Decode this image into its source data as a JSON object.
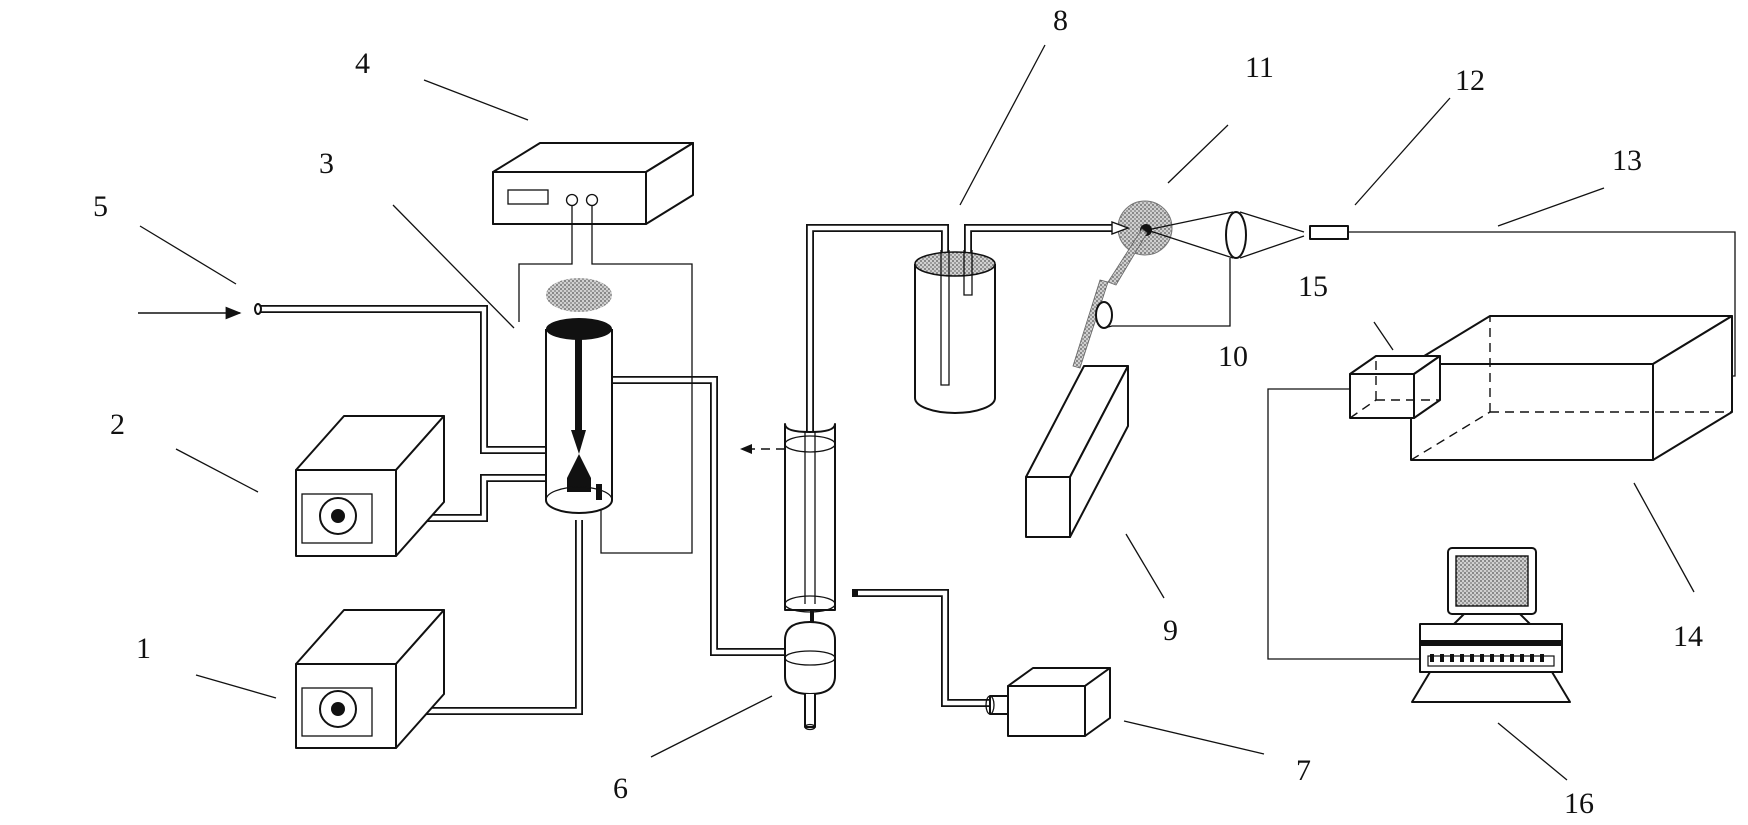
{
  "labels": {
    "l1": "1",
    "l2": "2",
    "l3": "3",
    "l4": "4",
    "l5": "5",
    "l6": "6",
    "l7": "7",
    "l8": "8",
    "l9": "9",
    "l10": "10",
    "l11": "11",
    "l12": "12",
    "l13": "13",
    "l14": "14",
    "l15": "15",
    "l16": "16"
  },
  "colors": {
    "ink": "#111111",
    "stipple": "#9a9a9a",
    "background": "#ffffff"
  },
  "icons": [
    "pump-icon",
    "controller-icon",
    "reactor-icon",
    "separator-icon",
    "vacuum-pump-icon",
    "beaker-icon",
    "laser-icon",
    "lens-icon",
    "optical-fiber-icon",
    "spectrometer-icon",
    "detector-icon",
    "computer-icon"
  ]
}
